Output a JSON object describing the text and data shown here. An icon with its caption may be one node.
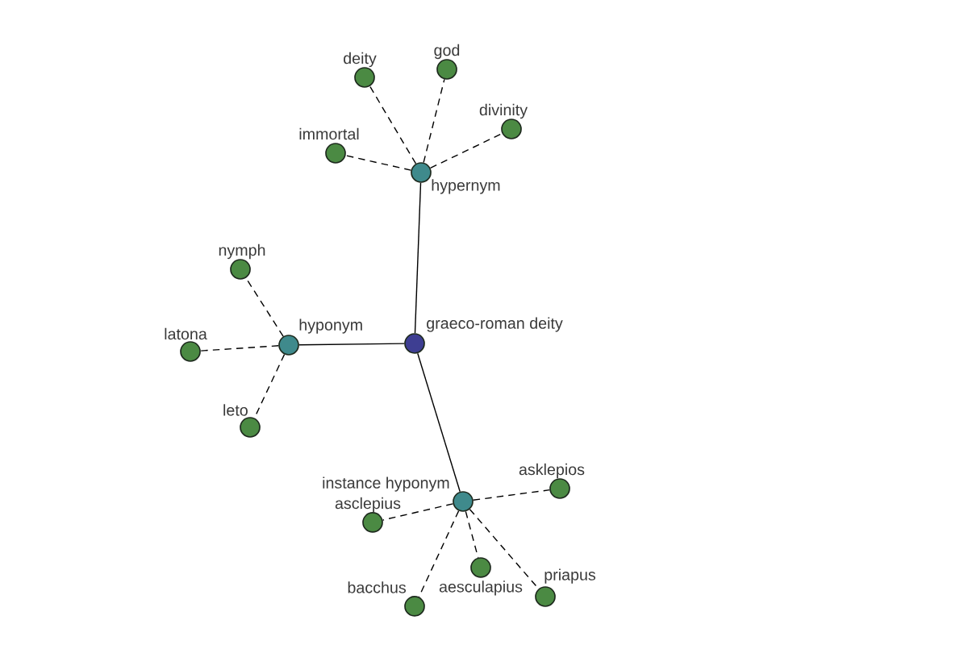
{
  "diagram": {
    "nodes": [
      {
        "text": [
          "graeco-roman deity"
        ]
      },
      {
        "text": [
          "hypernym"
        ]
      },
      {
        "text": [
          "deity"
        ]
      },
      {
        "text": [
          "god"
        ]
      },
      {
        "text": [
          "divinity"
        ]
      },
      {
        "text": [
          "immortal"
        ]
      },
      {
        "text": [
          "hyponym"
        ]
      },
      {
        "text": [
          "nymph"
        ]
      },
      {
        "text": [
          "latona"
        ]
      },
      {
        "text": [
          "leto"
        ]
      },
      {
        "text": [
          "instance hyponym"
        ]
      },
      {
        "text": [
          "asklepios"
        ]
      },
      {
        "text": [
          "asclepius"
        ]
      },
      {
        "text": [
          "aesculapius"
        ]
      },
      {
        "text": [
          "bacchus"
        ]
      },
      {
        "text": [
          "priapus"
        ]
      }
    ],
    "edges": [
      {
        "from": 0,
        "to": 1,
        "arrow": "none"
      },
      {
        "from": 1,
        "to": 2,
        "arrow": "none",
        "style": "dashed"
      },
      {
        "from": 1,
        "to": 3,
        "arrow": "none",
        "style": "dashed"
      },
      {
        "from": 1,
        "to": 4,
        "arrow": "none",
        "style": "dashed"
      },
      {
        "from": 1,
        "to": 5,
        "arrow": "none",
        "style": "dashed"
      },
      {
        "from": 0,
        "to": 6,
        "arrow": "none"
      },
      {
        "from": 6,
        "to": 7,
        "arrow": "none",
        "style": "dashed"
      },
      {
        "from": 6,
        "to": 8,
        "arrow": "none",
        "style": "dashed"
      },
      {
        "from": 6,
        "to": 9,
        "arrow": "none",
        "style": "dashed"
      },
      {
        "from": 0,
        "to": 10,
        "arrow": "none"
      },
      {
        "from": 10,
        "to": 11,
        "arrow": "none",
        "style": "dashed"
      },
      {
        "from": 10,
        "to": 12,
        "arrow": "none",
        "style": "dashed"
      },
      {
        "from": 10,
        "to": 13,
        "arrow": "none",
        "style": "dashed"
      },
      {
        "from": 10,
        "to": 14,
        "arrow": "none",
        "style": "dashed"
      },
      {
        "from": 10,
        "to": 15,
        "arrow": "none",
        "style": "dashed"
      }
    ]
  }
}
